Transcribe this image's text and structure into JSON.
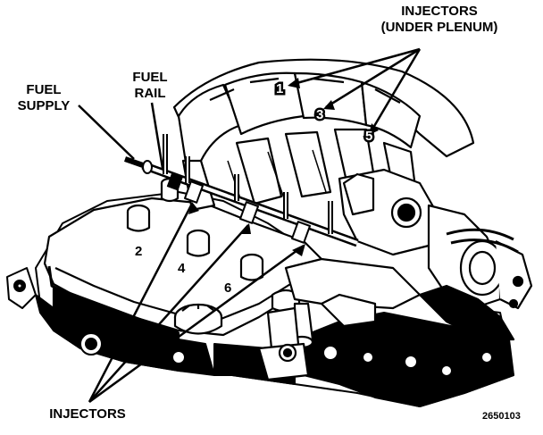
{
  "labels": {
    "injectors_top_line1": "INJECTORS",
    "injectors_top_line2": "(UNDER PLENUM)",
    "fuel_rail_line1": "FUEL",
    "fuel_rail_line2": "RAIL",
    "fuel_supply_line1": "FUEL",
    "fuel_supply_line2": "SUPPLY",
    "injectors_bottom": "INJECTORS",
    "figure_id": "2650103"
  },
  "cylinders": {
    "c1": "1",
    "c2": "2",
    "c3": "3",
    "c4": "4",
    "c5": "5",
    "c6": "6"
  },
  "colors": {
    "ink": "#000000",
    "paper": "#ffffff"
  }
}
